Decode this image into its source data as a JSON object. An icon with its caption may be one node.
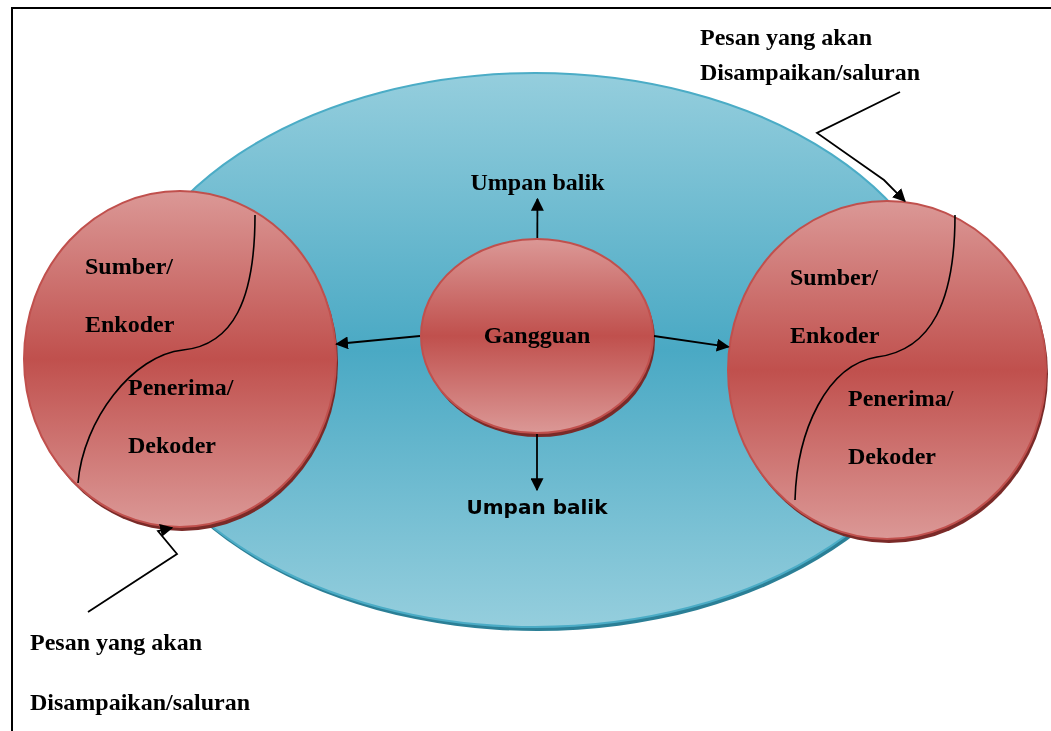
{
  "diagram": {
    "nodes": [
      {
        "text": [],
        "shape": "ellipse"
      },
      {
        "text": [
          "Sumber/ Enkoder",
          "Penerima/ Dekoder"
        ]
      },
      {
        "text": [
          "Gangguan"
        ],
        "in": 0
      },
      {
        "text": [
          "Sumber/ Enkoder",
          "Penerima/ Dekoder"
        ]
      },
      {
        "text": [
          "Umpan balik"
        ],
        "in": 0
      },
      {
        "text": [
          "Umpan balik"
        ],
        "in": 0
      },
      {
        "text": [
          "Pesan yang akan Disampaikan/saluran"
        ]
      },
      {
        "text": [
          "Pesan yang akan Disampaikan/saluran"
        ]
      }
    ],
    "edges": [
      {
        "from": 2,
        "to": 4,
        "arrow": "to"
      },
      {
        "from": 2,
        "to": 5,
        "arrow": "to"
      },
      {
        "from": 2,
        "to": 1,
        "arrow": "to"
      },
      {
        "from": 2,
        "to": 3,
        "arrow": "to"
      },
      {
        "from": 6,
        "to": 3,
        "arrow": "to"
      },
      {
        "from": 7,
        "to": 1,
        "arrow": "to"
      }
    ]
  }
}
